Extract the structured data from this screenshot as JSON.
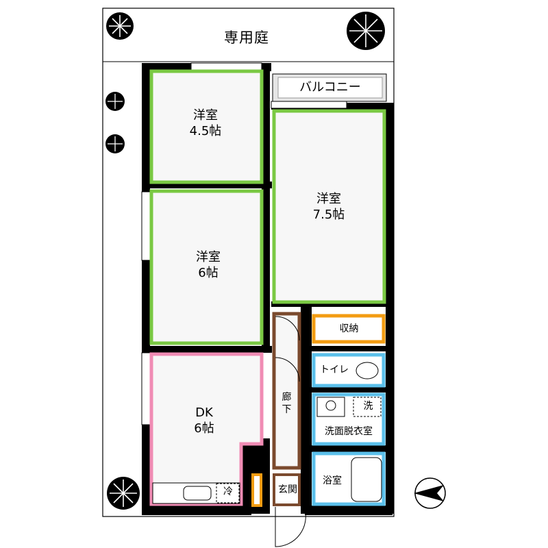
{
  "plan": {
    "garden_label": "専用庭",
    "balcony_label": "バルコニー",
    "rooms": [
      {
        "name": "洋室",
        "size": "4.5帖"
      },
      {
        "name": "洋室",
        "size": "7.5帖"
      },
      {
        "name": "洋室",
        "size": "6帖"
      },
      {
        "name": "DK",
        "size": "6帖"
      }
    ],
    "storage_label": "収納",
    "toilet_label": "トイレ",
    "washroom_label": "洗面脱衣室",
    "washer_label": "洗",
    "fridge_label": "冷",
    "bath_label": "浴室",
    "corridor_label": [
      "廊",
      "下"
    ],
    "entrance_label": "玄関"
  },
  "colors": {
    "wall": "#000000",
    "western_room_outline": "#7ac943",
    "dk_outline": "#f08cb4",
    "wet_area_outline": "#5bc0eb",
    "storage_outline": "#f39c12",
    "corridor_outline": "#7b4a2e",
    "room_fill": "#f7f7f7",
    "balcony_fill": "#e6e6e6"
  },
  "icons": [
    "tree-icon",
    "compass-north-icon",
    "door-swing-icon",
    "toilet-icon",
    "bathtub-icon",
    "washbasin-icon"
  ]
}
